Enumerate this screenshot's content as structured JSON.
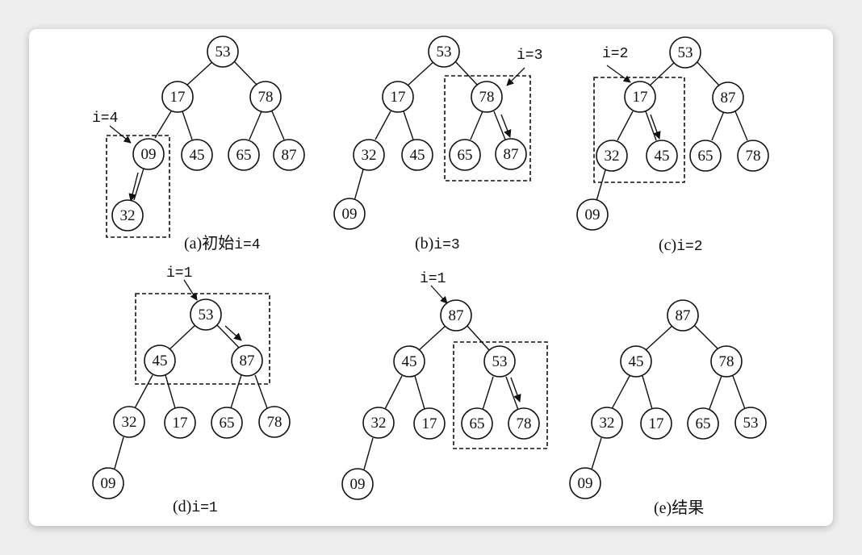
{
  "panels": [
    {
      "id": "a",
      "caption_prefix": "(a)初始",
      "caption_code": "i=4",
      "marker": "i=4",
      "nodes": [
        "53",
        "17",
        "78",
        "09",
        "45",
        "65",
        "87",
        "32"
      ]
    },
    {
      "id": "b",
      "caption_prefix": "(b)",
      "caption_code": "i=3",
      "marker": "i=3",
      "nodes": [
        "53",
        "17",
        "78",
        "32",
        "45",
        "65",
        "87",
        "09"
      ]
    },
    {
      "id": "c",
      "caption_prefix": "(c)",
      "caption_code": "i=2",
      "marker": "i=2",
      "nodes": [
        "53",
        "17",
        "87",
        "32",
        "45",
        "65",
        "78",
        "09"
      ]
    },
    {
      "id": "d",
      "caption_prefix": "(d)",
      "caption_code": "i=1",
      "marker": "i=1",
      "nodes": [
        "53",
        "45",
        "87",
        "32",
        "17",
        "65",
        "78",
        "09"
      ]
    },
    {
      "id": "d2",
      "caption_prefix": "",
      "caption_code": "",
      "marker": "i=1",
      "nodes": [
        "87",
        "45",
        "53",
        "32",
        "17",
        "65",
        "78",
        "09"
      ]
    },
    {
      "id": "e",
      "caption_prefix": "(e)结果",
      "caption_code": "",
      "marker": "",
      "nodes": [
        "87",
        "45",
        "78",
        "32",
        "17",
        "65",
        "53",
        "09"
      ]
    }
  ]
}
